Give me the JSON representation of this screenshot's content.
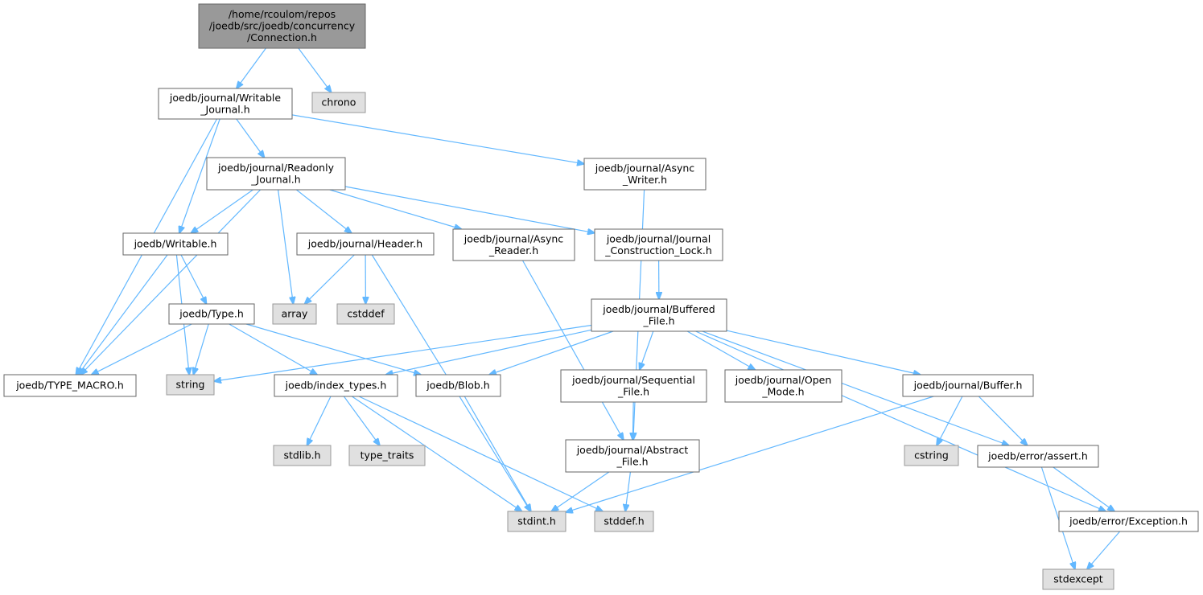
{
  "diagram": {
    "title": "",
    "colors": {
      "root_fill": "#999999",
      "local_fill": "#ffffff",
      "system_fill": "#e0e0e0",
      "border": "#666666",
      "edge": "#63b8ff"
    },
    "nodes": [
      {
        "id": "connection",
        "kind": "root",
        "lines": [
          "/home/rcoulom/repos",
          "/joedb/src/joedb/concurrency",
          "/Connection.h"
        ]
      },
      {
        "id": "writable_journal",
        "kind": "local",
        "lines": [
          "joedb/journal/Writable",
          "_Journal.h"
        ]
      },
      {
        "id": "chrono",
        "kind": "system",
        "lines": [
          "chrono"
        ]
      },
      {
        "id": "readonly_journal",
        "kind": "local",
        "lines": [
          "joedb/journal/Readonly",
          "_Journal.h"
        ]
      },
      {
        "id": "async_writer",
        "kind": "local",
        "lines": [
          "joedb/journal/Async",
          "_Writer.h"
        ]
      },
      {
        "id": "writable",
        "kind": "local",
        "lines": [
          "joedb/Writable.h"
        ]
      },
      {
        "id": "header",
        "kind": "local",
        "lines": [
          "joedb/journal/Header.h"
        ]
      },
      {
        "id": "async_reader",
        "kind": "local",
        "lines": [
          "joedb/journal/Async",
          "_Reader.h"
        ]
      },
      {
        "id": "journal_lock",
        "kind": "local",
        "lines": [
          "joedb/journal/Journal",
          "_Construction_Lock.h"
        ]
      },
      {
        "id": "type",
        "kind": "local",
        "lines": [
          "joedb/Type.h"
        ]
      },
      {
        "id": "array",
        "kind": "system",
        "lines": [
          "array"
        ]
      },
      {
        "id": "cstddef",
        "kind": "system",
        "lines": [
          "cstddef"
        ]
      },
      {
        "id": "buffered_file",
        "kind": "local",
        "lines": [
          "joedb/journal/Buffered",
          "_File.h"
        ]
      },
      {
        "id": "type_macro",
        "kind": "local",
        "lines": [
          "joedb/TYPE_MACRO.h"
        ]
      },
      {
        "id": "string",
        "kind": "system",
        "lines": [
          "string"
        ]
      },
      {
        "id": "index_types",
        "kind": "local",
        "lines": [
          "joedb/index_types.h"
        ]
      },
      {
        "id": "blob",
        "kind": "local",
        "lines": [
          "joedb/Blob.h"
        ]
      },
      {
        "id": "sequential_file",
        "kind": "local",
        "lines": [
          "joedb/journal/Sequential",
          "_File.h"
        ]
      },
      {
        "id": "open_mode",
        "kind": "local",
        "lines": [
          "joedb/journal/Open",
          "_Mode.h"
        ]
      },
      {
        "id": "buffer",
        "kind": "local",
        "lines": [
          "joedb/journal/Buffer.h"
        ]
      },
      {
        "id": "stdlib",
        "kind": "system",
        "lines": [
          "stdlib.h"
        ]
      },
      {
        "id": "type_traits",
        "kind": "system",
        "lines": [
          "type_traits"
        ]
      },
      {
        "id": "abstract_file",
        "kind": "local",
        "lines": [
          "joedb/journal/Abstract",
          "_File.h"
        ]
      },
      {
        "id": "cstring",
        "kind": "system",
        "lines": [
          "cstring"
        ]
      },
      {
        "id": "assert",
        "kind": "local",
        "lines": [
          "joedb/error/assert.h"
        ]
      },
      {
        "id": "stdint",
        "kind": "system",
        "lines": [
          "stdint.h"
        ]
      },
      {
        "id": "stddef",
        "kind": "system",
        "lines": [
          "stddef.h"
        ]
      },
      {
        "id": "exception",
        "kind": "local",
        "lines": [
          "joedb/error/Exception.h"
        ]
      },
      {
        "id": "stdexcept",
        "kind": "system",
        "lines": [
          "stdexcept"
        ]
      }
    ],
    "edges": [
      [
        "connection",
        "writable_journal"
      ],
      [
        "connection",
        "chrono"
      ],
      [
        "writable_journal",
        "readonly_journal"
      ],
      [
        "writable_journal",
        "async_writer"
      ],
      [
        "writable_journal",
        "writable"
      ],
      [
        "writable_journal",
        "type_macro"
      ],
      [
        "readonly_journal",
        "writable"
      ],
      [
        "readonly_journal",
        "header"
      ],
      [
        "readonly_journal",
        "async_reader"
      ],
      [
        "readonly_journal",
        "journal_lock"
      ],
      [
        "readonly_journal",
        "array"
      ],
      [
        "readonly_journal",
        "type_macro"
      ],
      [
        "async_writer",
        "abstract_file"
      ],
      [
        "writable",
        "type"
      ],
      [
        "writable",
        "type_macro"
      ],
      [
        "writable",
        "string"
      ],
      [
        "header",
        "array"
      ],
      [
        "header",
        "cstddef"
      ],
      [
        "header",
        "stdint"
      ],
      [
        "async_reader",
        "abstract_file"
      ],
      [
        "journal_lock",
        "buffered_file"
      ],
      [
        "type",
        "type_macro"
      ],
      [
        "type",
        "string"
      ],
      [
        "type",
        "index_types"
      ],
      [
        "type",
        "blob"
      ],
      [
        "buffered_file",
        "string"
      ],
      [
        "buffered_file",
        "index_types"
      ],
      [
        "buffered_file",
        "blob"
      ],
      [
        "buffered_file",
        "sequential_file"
      ],
      [
        "buffered_file",
        "open_mode"
      ],
      [
        "buffered_file",
        "buffer"
      ],
      [
        "buffered_file",
        "assert"
      ],
      [
        "buffered_file",
        "exception"
      ],
      [
        "index_types",
        "stdlib"
      ],
      [
        "index_types",
        "type_traits"
      ],
      [
        "index_types",
        "stdint"
      ],
      [
        "index_types",
        "stddef"
      ],
      [
        "blob",
        "stdint"
      ],
      [
        "sequential_file",
        "abstract_file"
      ],
      [
        "buffer",
        "stdint"
      ],
      [
        "buffer",
        "cstring"
      ],
      [
        "buffer",
        "assert"
      ],
      [
        "abstract_file",
        "stdint"
      ],
      [
        "abstract_file",
        "stddef"
      ],
      [
        "assert",
        "exception"
      ],
      [
        "assert",
        "stdexcept"
      ],
      [
        "exception",
        "stdexcept"
      ]
    ]
  }
}
